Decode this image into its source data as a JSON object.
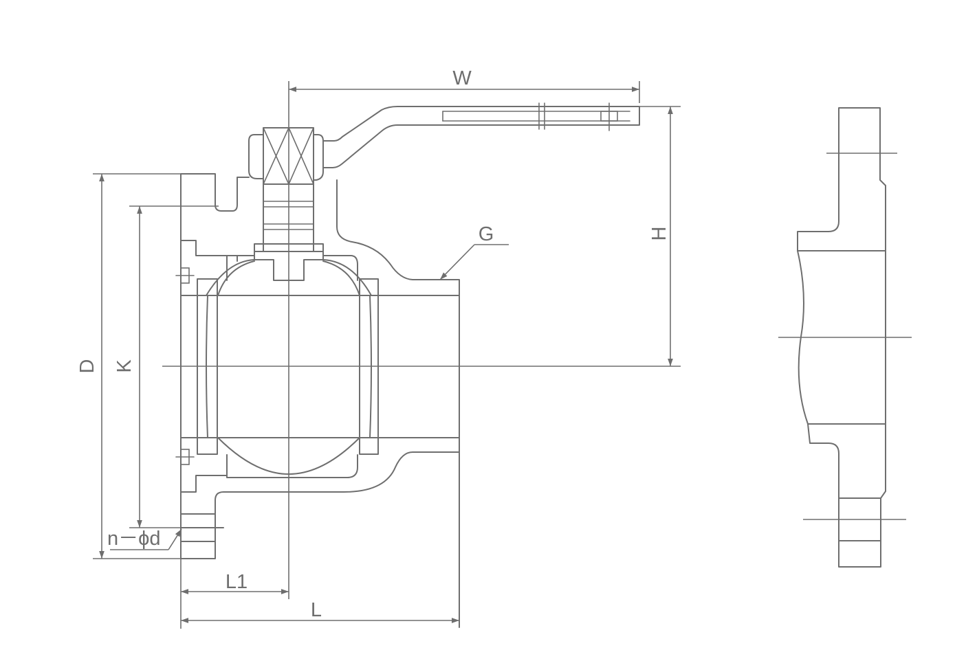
{
  "labels": {
    "w": "W",
    "h": "H",
    "g": "G",
    "d": "D",
    "k": "K",
    "nd": "n－ϕd",
    "l1": "L1",
    "l": "L"
  },
  "colors": {
    "line": "#6e6e6e",
    "background": "#ffffff"
  }
}
